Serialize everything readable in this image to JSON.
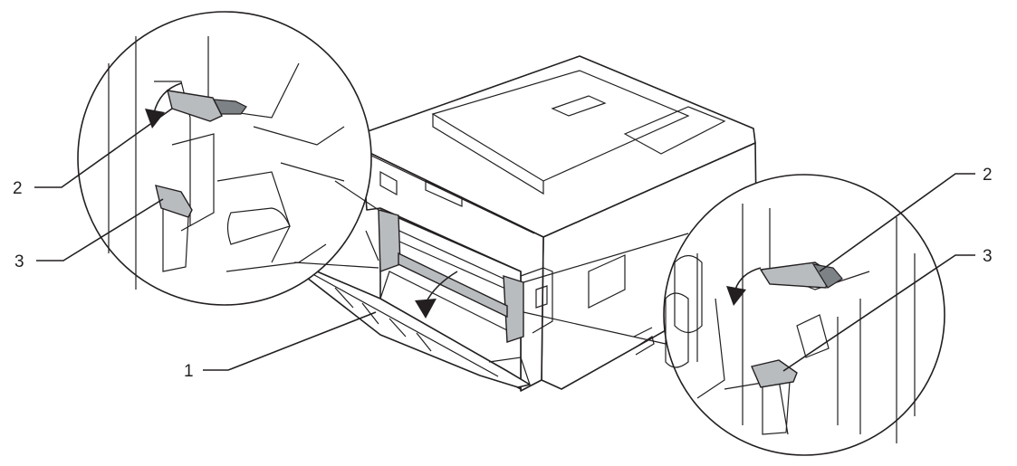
{
  "callouts": {
    "left_lever": "2",
    "left_tab": "3",
    "cover": "1",
    "right_lever": "2",
    "right_tab": "3"
  },
  "colors": {
    "line": "#231f20",
    "part_gray": "#b8bcbf",
    "part_dark": "#7d8286",
    "background": "#ffffff"
  }
}
